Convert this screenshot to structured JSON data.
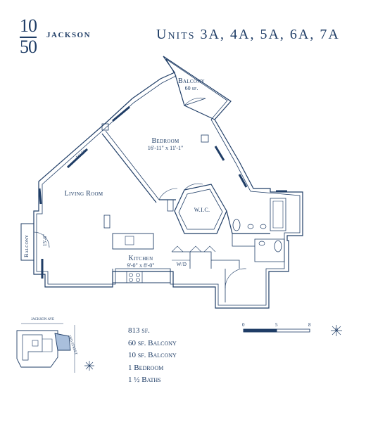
{
  "logo": {
    "num_top": "10",
    "num_bottom": "50",
    "name": "JACKSON"
  },
  "title": "Units 3A, 4A, 5A, 6A, 7A",
  "rooms": {
    "balcony_top": {
      "name": "Balcony",
      "dim": "60 sf."
    },
    "bedroom": {
      "name": "Bedroom",
      "dim": "16'-11\" x 11'-1\""
    },
    "living": {
      "name": "Living Room"
    },
    "living_dim_a": "11'-5\"",
    "living_dim_b": "15'-6\"",
    "balcony_side": {
      "name": "Balcony"
    },
    "wic": {
      "name": "W.I.C."
    },
    "kitchen": {
      "name": "Kitchen",
      "dim": "9'-0\" x 8'-0\""
    },
    "wd": {
      "name": "W/D"
    }
  },
  "specs": [
    "813 sf.",
    "60 sf. Balcony",
    "10 sf. Balcony",
    "1 Bedroom",
    "1 ½ Baths"
  ],
  "scale": {
    "labels": [
      "0",
      "5",
      "8"
    ]
  },
  "keyplan": {
    "street_top": "JACKSON AVE",
    "street_side": "2ND STREET"
  },
  "compass": {
    "label": "N"
  },
  "colors": {
    "ink": "#1f3d66",
    "highlight": "#a9bfdc"
  }
}
